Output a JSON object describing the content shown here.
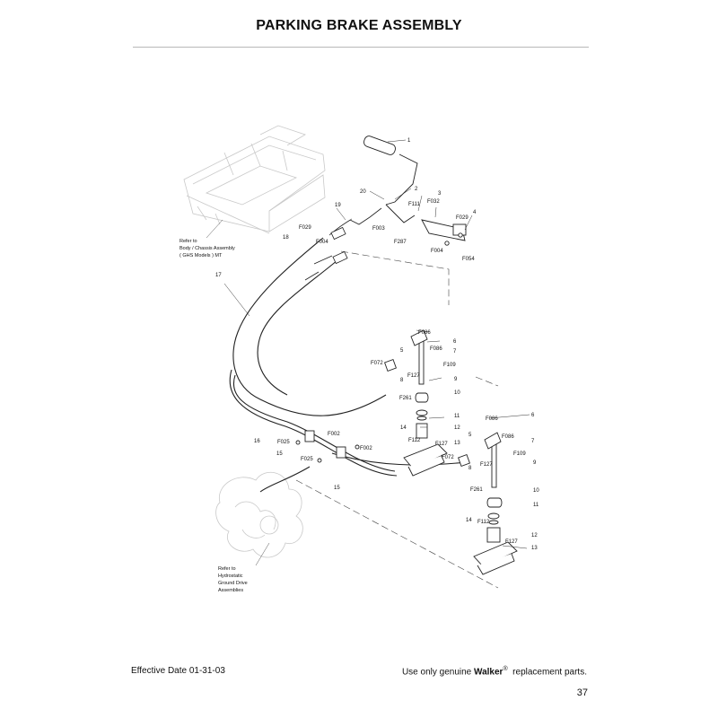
{
  "page": {
    "title": "PARKING BRAKE ASSEMBLY",
    "effective_date": "Effective Date 01-31-03",
    "notice_prefix": "Use only genuine",
    "brand": "Walker",
    "brand_mark": "®",
    "notice_suffix": "replacement parts.",
    "page_number": "37"
  },
  "notes": {
    "body_ref": [
      "Refer to",
      "Body / Chassis Assembly",
      "( GHS Models ) MT"
    ],
    "drive_ref": [
      "Refer to",
      "Hydrostatic",
      "Ground Drive",
      "Assemblies"
    ]
  },
  "callouts": {
    "c1": "1",
    "c2": "2",
    "c3": "3",
    "c4": "4",
    "c20": "20",
    "c19": "19",
    "c18": "18",
    "c17": "17",
    "f111": "F111",
    "f032": "F032",
    "f029a": "F029",
    "f029b": "F029",
    "f004a": "F004",
    "f004b": "F004",
    "f003": "F003",
    "f287": "F287",
    "f054": "F054",
    "f086a": "F086",
    "f086b": "F086",
    "c6a": "6",
    "c7a": "7",
    "c5a": "5",
    "c8a": "8",
    "f072a": "F072",
    "f127a": "F127",
    "f109a": "F109",
    "c9a": "9",
    "c10a": "10",
    "f261a": "F261",
    "c11a": "11",
    "c12a": "12",
    "c14a": "14",
    "f112a": "F112",
    "f127b": "F127",
    "c13a": "13",
    "f072b": "F072",
    "c16": "16",
    "f025a": "F025",
    "f002a": "F002",
    "f002b": "F002",
    "c15a": "15",
    "f025b": "F025",
    "c15b": "15",
    "f086c": "F086",
    "f086d": "F086",
    "c6b": "6",
    "c7b": "7",
    "c5b": "5",
    "c8b": "8",
    "f127c": "F127",
    "f109b": "F109",
    "c9b": "9",
    "c10b": "10",
    "f261b": "F261",
    "c11b": "11",
    "c14b": "14",
    "f112b": "F112",
    "c12b": "12",
    "f127d": "F127",
    "c13b": "13"
  }
}
